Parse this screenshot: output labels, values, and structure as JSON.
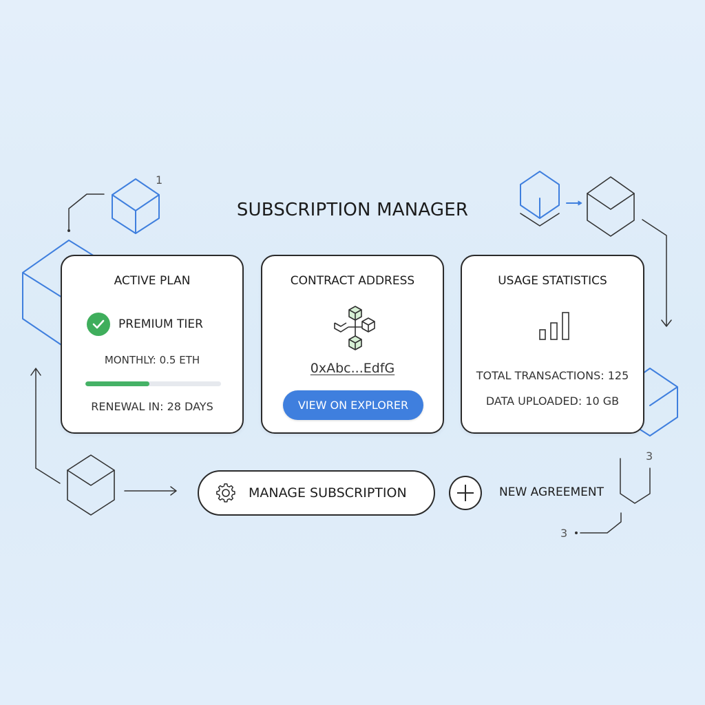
{
  "header": {
    "title": "SUBSCRIPTION MANAGER"
  },
  "cards": {
    "active_plan": {
      "title": "ACTIVE PLAN",
      "tier": "PREMIUM TIER",
      "tier_icon": "check-circle-icon",
      "monthly": "MONTHLY: 0.5 ETH",
      "progress_percent": 47,
      "renewal": "RENEWAL IN: 28 DAYS"
    },
    "contract": {
      "title": "CONTRACT ADDRESS",
      "icon": "blockchain-network-icon",
      "address": "0xAbc...EdfG",
      "button_label": "VIEW ON EXPLORER"
    },
    "usage": {
      "title": "USAGE STATISTICS",
      "icon": "bar-chart-icon",
      "transactions": "TOTAL TRANSACTIONS: 125",
      "data_uploaded": "DATA UPLOADED: 10 GB"
    }
  },
  "actions": {
    "manage_label": "MANAGE SUBSCRIPTION",
    "manage_icon": "gear-icon",
    "new_agreement_label": "NEW AGREEMENT",
    "new_agreement_icon": "plus-icon"
  },
  "diagram_labels": {
    "n1": "1",
    "n3a": "3",
    "n3b": "3"
  },
  "colors": {
    "accent": "#3f7fde",
    "success": "#3fae5c",
    "progress": "#45b266",
    "cube_blue": "#3f7fde",
    "line": "#333333",
    "background": "#dcebf8"
  }
}
